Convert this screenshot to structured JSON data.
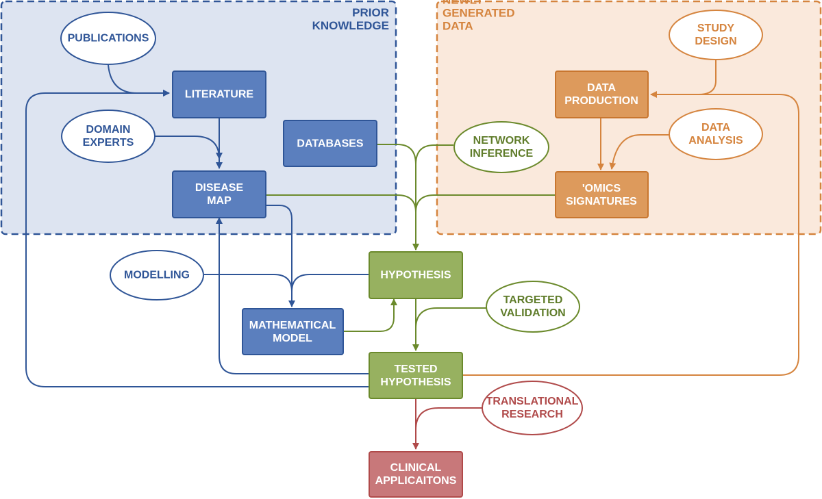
{
  "colors": {
    "blue": "#2f5597",
    "blue_box": "#5b7fbe",
    "blue_region": "#dde4f1",
    "orange": "#d5843e",
    "orange_box": "#dd9a5c",
    "orange_region": "#fae9dc",
    "green": "#6b8a2c",
    "green_box": "#97b160",
    "red": "#b04a4a",
    "red_box": "#c8787a"
  },
  "regions": {
    "prior_knowledge": [
      "PRIOR",
      "KNOWLEDGE"
    ],
    "newly_generated": [
      "NEWLY",
      "GENERATED",
      "DATA"
    ]
  },
  "boxes": {
    "literature": [
      "LITERATURE"
    ],
    "disease_map": [
      "DISEASE",
      "MAP"
    ],
    "databases": [
      "DATABASES"
    ],
    "data_production": [
      "DATA",
      "PRODUCTION"
    ],
    "omics_signatures": [
      "'OMICS",
      "SIGNATURES"
    ],
    "hypothesis": [
      "HYPOTHESIS"
    ],
    "mathematical_model": [
      "MATHEMATICAL",
      "MODEL"
    ],
    "tested_hypothesis": [
      "TESTED",
      "HYPOTHESIS"
    ],
    "clinical_applications": [
      "CLINICAL",
      "APPLICAITONS"
    ]
  },
  "ovals": {
    "publications": [
      "PUBLICATIONS"
    ],
    "domain_experts": [
      "DOMAIN",
      "EXPERTS"
    ],
    "study_design": [
      "STUDY",
      "DESIGN"
    ],
    "data_analysis": [
      "DATA",
      "ANALYSIS"
    ],
    "network_inference": [
      "NETWORK",
      "INFERENCE"
    ],
    "modelling": [
      "MODELLING"
    ],
    "targeted_validation": [
      "TARGETED",
      "VALIDATION"
    ],
    "translational_research": [
      "TRANSLATIONAL",
      "RESEARCH"
    ]
  }
}
